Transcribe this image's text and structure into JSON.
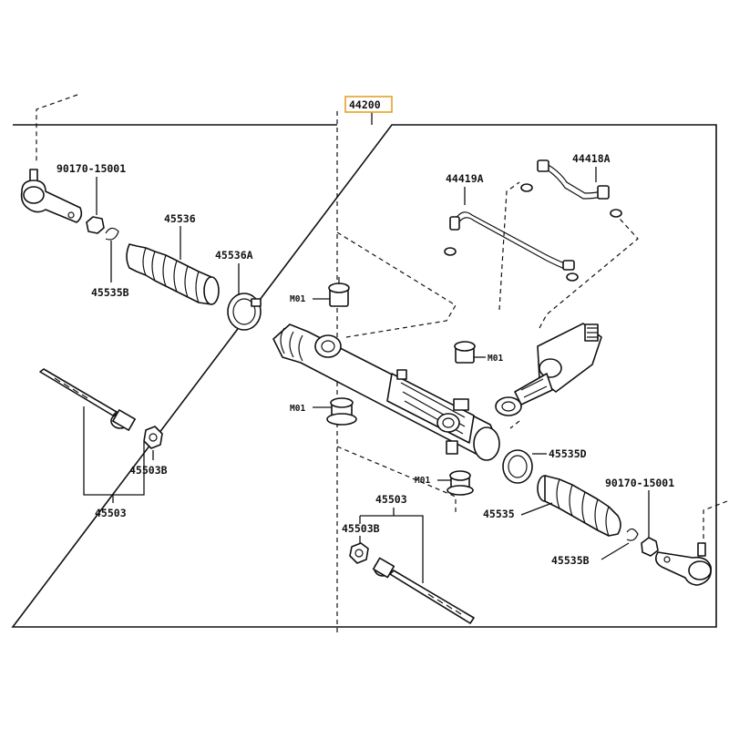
{
  "labels": {
    "assembly": "44200",
    "nut_left": "90170-15001",
    "boot_left": "45536",
    "clamp_left": "45536A",
    "pin_left": "45535B",
    "pipe_a": "44419A",
    "pipe_b": "44418A",
    "bushing_1": "M01",
    "bushing_2": "M01",
    "bushing_3": "M01",
    "bushing_4": "M01",
    "washer_left": "45503B",
    "rod_left": "45503",
    "clamp_right": "45535D",
    "nut_right": "90170-15001",
    "rod_right": "45503",
    "washer_right": "45503B",
    "boot_right": "45535",
    "pin_right": "45535B"
  },
  "colors": {
    "line": "#111111",
    "highlight_box": "#e8a02a"
  }
}
